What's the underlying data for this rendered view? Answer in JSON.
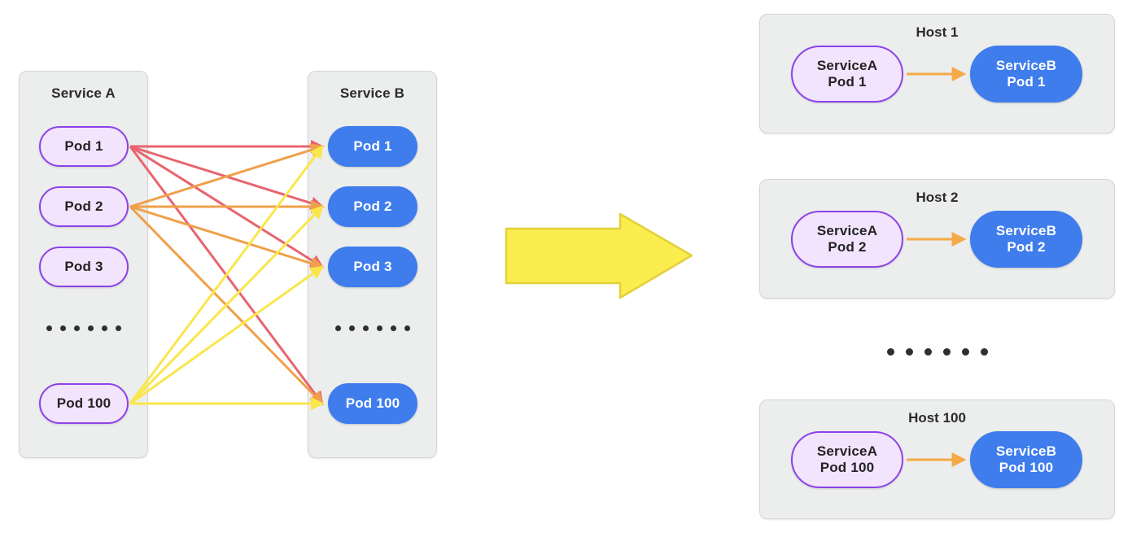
{
  "diagram": {
    "title_left": "Service A",
    "title_right": "Service B",
    "ellipsis_glyph": "......",
    "colors": {
      "pod_a_fill": "#f2e4fd",
      "pod_a_border": "#8b43e8",
      "pod_b_fill": "#3f7ded",
      "panel_fill": "#eceded",
      "panel_border": "#d4d6d8",
      "edge_pod1": "#e8646e",
      "edge_pod2": "#f0a04a",
      "edge_pod100": "#fae64a",
      "big_arrow_fill": "#fbed4e",
      "big_arrow_border": "#e0cf3a",
      "host_arrow": "#f5a947"
    }
  },
  "left_panel": {
    "label": "Service A",
    "pods": [
      {
        "label": "Pod 1"
      },
      {
        "label": "Pod 2"
      },
      {
        "label": "Pod 3"
      },
      {
        "label": "Pod 100"
      }
    ]
  },
  "right_panel": {
    "label": "Service B",
    "pods": [
      {
        "label": "Pod 1"
      },
      {
        "label": "Pod 2"
      },
      {
        "label": "Pod 3"
      },
      {
        "label": "Pod 100"
      }
    ]
  },
  "transform_arrow": {
    "name": "big-right-arrow"
  },
  "hosts": [
    {
      "title": "Host 1",
      "source_pod": "ServiceA\nPod 1",
      "source_line1": "ServiceA",
      "source_line2": "Pod 1",
      "target_line1": "ServiceB",
      "target_line2": "Pod 1"
    },
    {
      "title": "Host 2",
      "source_line1": "ServiceA",
      "source_line2": "Pod 2",
      "target_line1": "ServiceB",
      "target_line2": "Pod 2"
    },
    {
      "title": "Host 100",
      "source_line1": "ServiceA",
      "source_line2": "Pod 100",
      "target_line1": "ServiceB",
      "target_line2": "Pod 100"
    }
  ],
  "host_ellipsis": "......"
}
